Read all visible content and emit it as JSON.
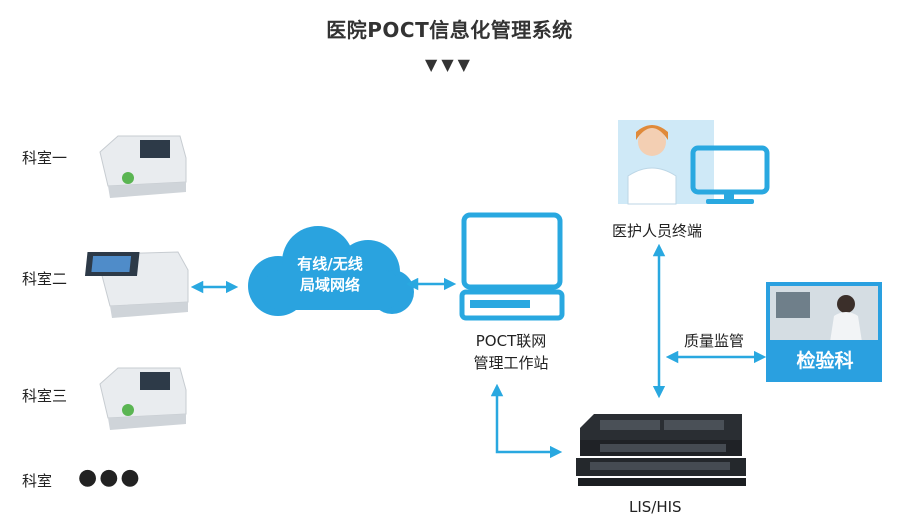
{
  "title": "医院POCT信息化管理系统",
  "title_arrows": "▼▼▼",
  "departments": [
    "科室一",
    "科室二",
    "科室三",
    "科室"
  ],
  "more_dots": "●●●",
  "cloud": {
    "line1": "有线/无线",
    "line2": "局域网络"
  },
  "workstation": {
    "line1": "POCT联网",
    "line2": "管理工作站"
  },
  "staff_terminal": "医护人员终端",
  "quality": "质量监管",
  "lab": "检验科",
  "server": "LIS/HIS",
  "colors": {
    "accent": "#29a8e0",
    "cloud": "#2aa3df",
    "lab_badge": "#2aa0e0"
  }
}
